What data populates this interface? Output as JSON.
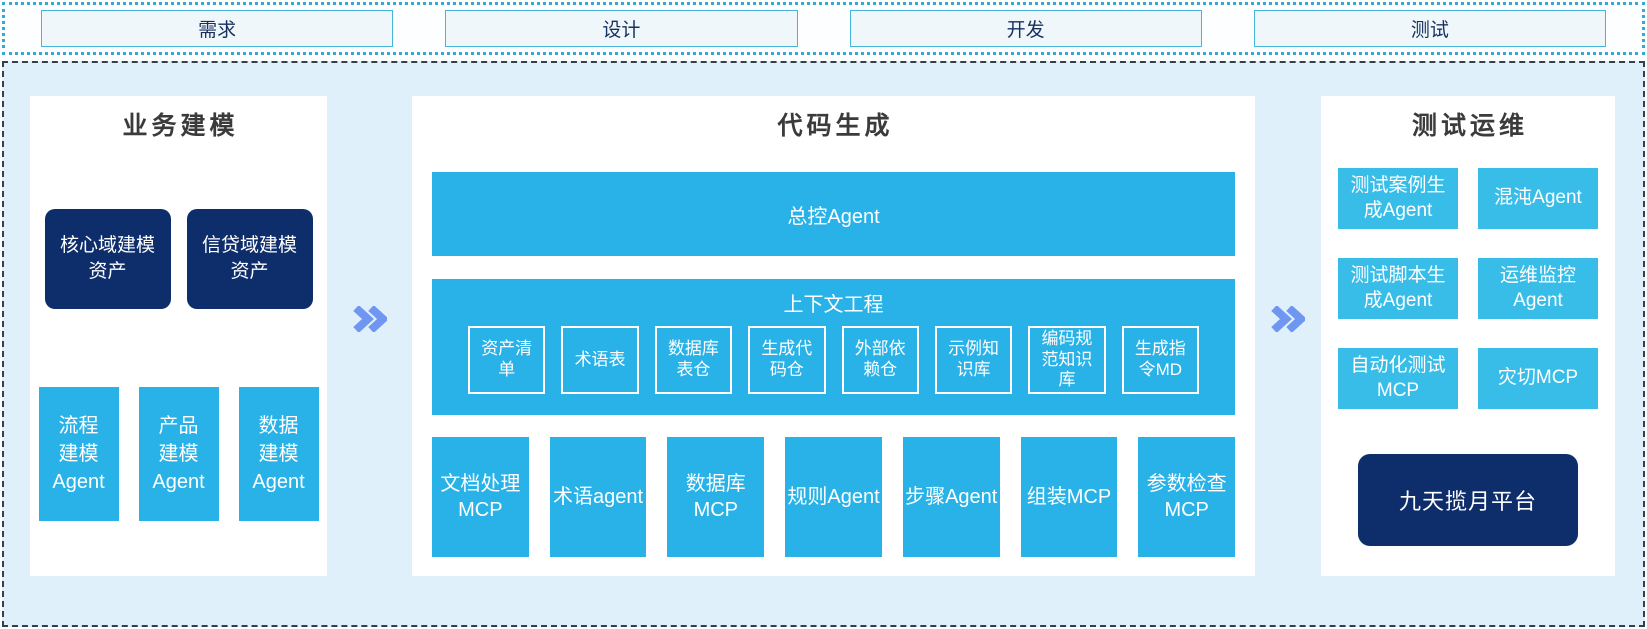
{
  "phases": {
    "items": [
      {
        "label": "需求"
      },
      {
        "label": "设计"
      },
      {
        "label": "开发"
      },
      {
        "label": "测试"
      }
    ]
  },
  "flow": {
    "arrow_icon": "double-chevron-right"
  },
  "sections": {
    "business_modeling": {
      "title": "业务建模",
      "assets": [
        {
          "label": "核心域建模\n资产"
        },
        {
          "label": "信贷域建模\n资产"
        }
      ],
      "agents": [
        {
          "label": "流程\n建模\nAgent"
        },
        {
          "label": "产品\n建模\nAgent"
        },
        {
          "label": "数据\n建模\nAgent"
        }
      ]
    },
    "code_generation": {
      "title": "代码生成",
      "master_agent": "总控Agent",
      "context_engineering": {
        "title": "上下文工程",
        "items": [
          "资产清\n单",
          "术语表",
          "数据库\n表仓",
          "生成代\n码仓",
          "外部依\n赖仓",
          "示例知\n识库",
          "编码规\n范知识\n库",
          "生成指\n令MD"
        ]
      },
      "tools": [
        "文档处理\nMCP",
        "术语agent",
        "数据库\nMCP",
        "规则Agent",
        "步骤Agent",
        "组装MCP",
        "参数检查\nMCP"
      ]
    },
    "test_ops": {
      "title": "测试运维",
      "items": [
        "测试案例生\n成Agent",
        "混沌Agent",
        "测试脚本生\n成Agent",
        "运维监控\nAgent",
        "自动化测试\nMCP",
        "灾切MCP"
      ],
      "platform": "九天揽月平台"
    }
  },
  "colors": {
    "cyan": "#29B2E7",
    "cyan_light": "#38BDE9",
    "navy": "#0E2D6B",
    "arrow_blue": "#6F97F2",
    "strip_border": "#2FACD6",
    "board_border": "#334049",
    "board_bg": "#DFF0FA",
    "phase_border": "#45B6DA",
    "phase_bg": "#F0F7FB",
    "phase_text": "#17305F"
  }
}
